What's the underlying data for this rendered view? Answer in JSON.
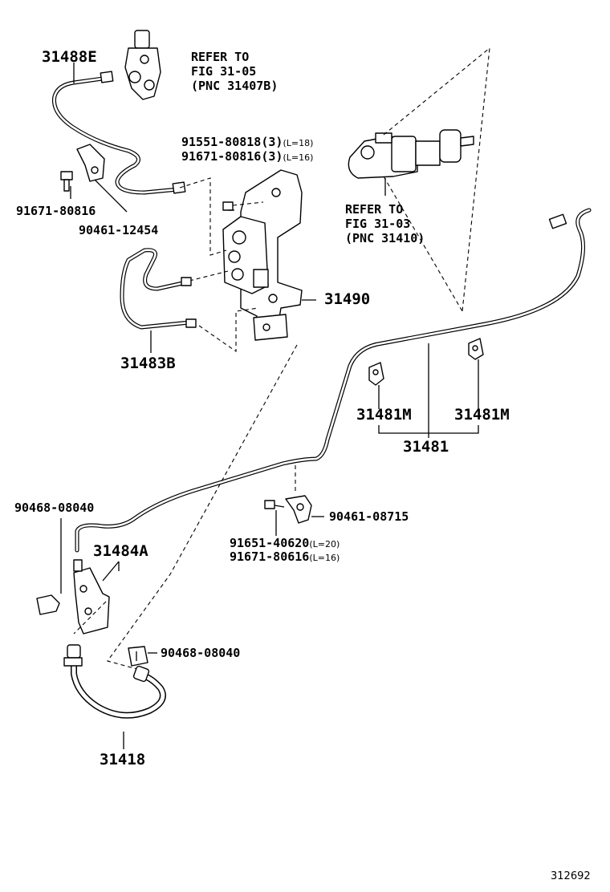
{
  "refs": {
    "fig3105": {
      "line1": "REFER TO",
      "line2": "FIG 31-05",
      "line3": "(PNC 31407B)"
    },
    "fig3103": {
      "line1": "REFER TO",
      "line2": "FIG 31-03",
      "line3": "(PNC 31410)"
    }
  },
  "parts": {
    "p31488E": "31488E",
    "p91671_80816": "91671-80816",
    "p90461_12454": "90461-12454",
    "p91551_80818": "91551-80818",
    "p91551_80818_qty": "(3)",
    "p91551_80818_len": "(L=18)",
    "p91671_80816b": "91671-80816",
    "p91671_80816b_qty": "(3)",
    "p91671_80816b_len": "(L=16)",
    "p31490": "31490",
    "p31483B": "31483B",
    "p31481M_a": "31481M",
    "p31481M_b": "31481M",
    "p31481": "31481",
    "p90468_08040_a": "90468-08040",
    "p31484A": "31484A",
    "p90461_08715": "90461-08715",
    "p91651_40620": "91651-40620",
    "p91651_40620_len": "(L=20)",
    "p91671_80616": "91671-80616",
    "p91671_80616_len": "(L=16)",
    "p90468_08040_b": "90468-08040",
    "p31418": "31418"
  },
  "diagram_id": "312692"
}
